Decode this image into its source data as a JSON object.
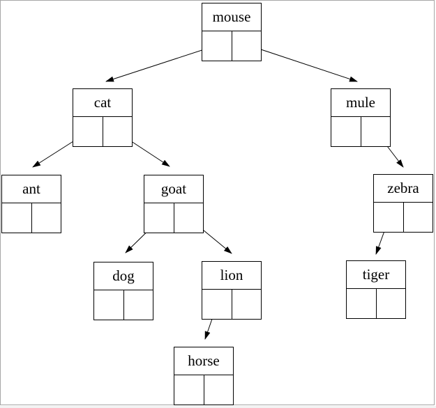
{
  "diagram": {
    "type": "binary-tree",
    "colors": {
      "line": "#000000",
      "background": "#ffffff",
      "frame": "#a6a6a6"
    },
    "nodes": [
      {
        "id": "mouse",
        "label": "mouse",
        "left_child": "cat",
        "right_child": "mule"
      },
      {
        "id": "cat",
        "label": "cat",
        "left_child": "ant",
        "right_child": "goat"
      },
      {
        "id": "mule",
        "label": "mule",
        "left_child": null,
        "right_child": "zebra"
      },
      {
        "id": "ant",
        "label": "ant",
        "left_child": null,
        "right_child": null
      },
      {
        "id": "goat",
        "label": "goat",
        "left_child": "dog",
        "right_child": "lion"
      },
      {
        "id": "zebra",
        "label": "zebra",
        "left_child": "tiger",
        "right_child": null
      },
      {
        "id": "dog",
        "label": "dog",
        "left_child": null,
        "right_child": null
      },
      {
        "id": "lion",
        "label": "lion",
        "left_child": "horse",
        "right_child": null
      },
      {
        "id": "tiger",
        "label": "tiger",
        "left_child": null,
        "right_child": null
      },
      {
        "id": "horse",
        "label": "horse",
        "left_child": null,
        "right_child": null
      }
    ],
    "edges": [
      {
        "from": "mouse",
        "from_cell": "left",
        "to": "cat"
      },
      {
        "from": "mouse",
        "from_cell": "right",
        "to": "mule"
      },
      {
        "from": "cat",
        "from_cell": "left",
        "to": "ant"
      },
      {
        "from": "cat",
        "from_cell": "right",
        "to": "goat"
      },
      {
        "from": "mule",
        "from_cell": "right",
        "to": "zebra"
      },
      {
        "from": "goat",
        "from_cell": "left",
        "to": "dog"
      },
      {
        "from": "goat",
        "from_cell": "right",
        "to": "lion"
      },
      {
        "from": "zebra",
        "from_cell": "left",
        "to": "tiger"
      },
      {
        "from": "lion",
        "from_cell": "left",
        "to": "horse"
      }
    ]
  }
}
